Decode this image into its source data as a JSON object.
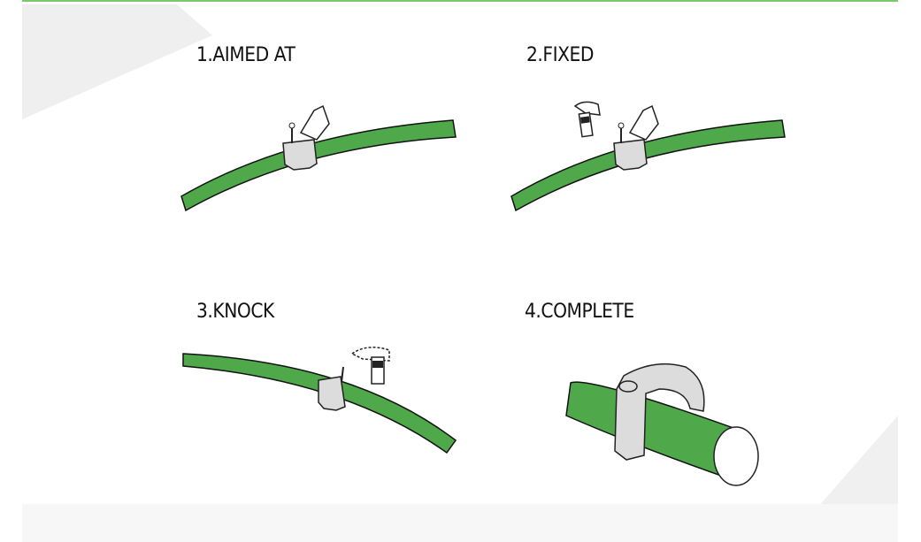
{
  "steps": [
    {
      "label": "1.AIMED AT"
    },
    {
      "label": "2.FIXED"
    },
    {
      "label": "3.KNOCK"
    },
    {
      "label": "4.COMPLETE"
    }
  ],
  "colors": {
    "cable": "#4fa84a",
    "clip": "#dcdcdc",
    "accent_line": "#7bc96b",
    "bg_shape": "#f0f0f0"
  }
}
